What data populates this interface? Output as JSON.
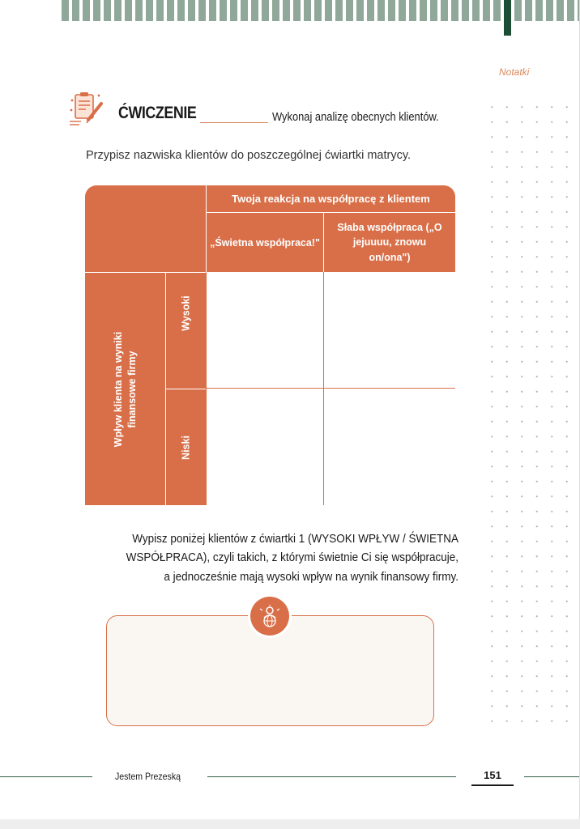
{
  "header": {
    "notes_label": "Notatki",
    "colors": {
      "ribbon": "#8fa89a",
      "ribbon_accent": "#1e4d36",
      "accent": "#d96f48"
    }
  },
  "exercise": {
    "icon": "clipboard-pencil-icon",
    "title": "ĆWICZENIE",
    "description": "Wykonaj analizę obecnych klientów.",
    "intro": "Przypisz nazwiska klientów do poszczególnej ćwiartki matrycy."
  },
  "matrix": {
    "top_header": "Twoja reakcja na współpracę z klientem",
    "col_a": "„Świetna współpraca!\"",
    "col_b": "Słaba współpraca („O jejuuuu, znowu on/ona\")",
    "side_header": "Wpływ klienta na wyniki finansowe firmy",
    "row_high": "Wysoki",
    "row_low": "Niski"
  },
  "instructions": {
    "lines": [
      "Wypisz poniżej klientów z ćwiartki 1 (WYSOKI WPŁYW / ŚWIETNA",
      "WSPÓŁPRACA), czyli takich, z którymi świetnie Ci się współpracuje,",
      "a jednocześnie mają wysoki wpływ na wynik finansowy firmy."
    ]
  },
  "answer_box": {
    "icon": "businessperson-globe-icon"
  },
  "footer": {
    "title": "Jestem Prezeską",
    "page_number": "151"
  }
}
